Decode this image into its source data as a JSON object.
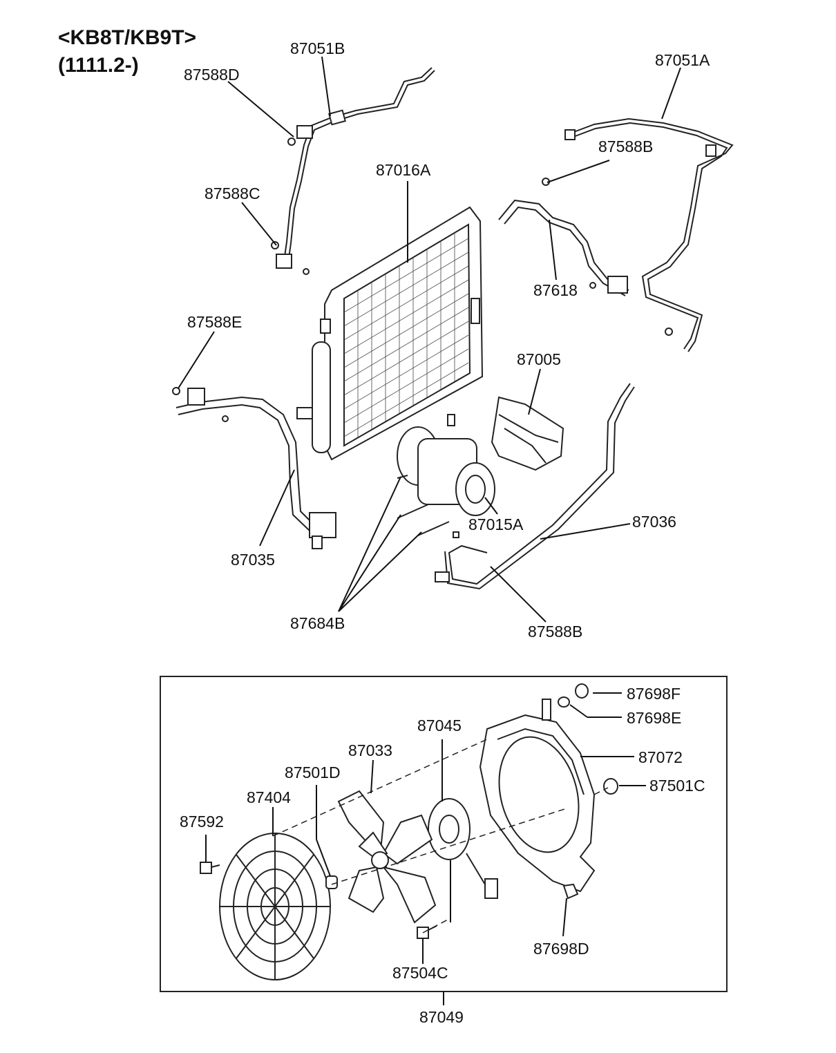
{
  "header": {
    "model": "<KB8T/KB9T>",
    "range": "(1111.2-)"
  },
  "parts": {
    "p87051B": "87051B",
    "p87588D": "87588D",
    "p87051A": "87051A",
    "p87588B_top": "87588B",
    "p87016A": "87016A",
    "p87588C": "87588C",
    "p87618": "87618",
    "p87588E": "87588E",
    "p87005": "87005",
    "p87036": "87036",
    "p87015A": "87015A",
    "p87035": "87035",
    "p87684B": "87684B",
    "p87588B_bottom": "87588B",
    "p87698F": "87698F",
    "p87698E": "87698E",
    "p87045": "87045",
    "p87072": "87072",
    "p87033": "87033",
    "p87501D": "87501D",
    "p87501C": "87501C",
    "p87404": "87404",
    "p87592": "87592",
    "p87698D": "87698D",
    "p87504C": "87504C",
    "p87049": "87049"
  }
}
